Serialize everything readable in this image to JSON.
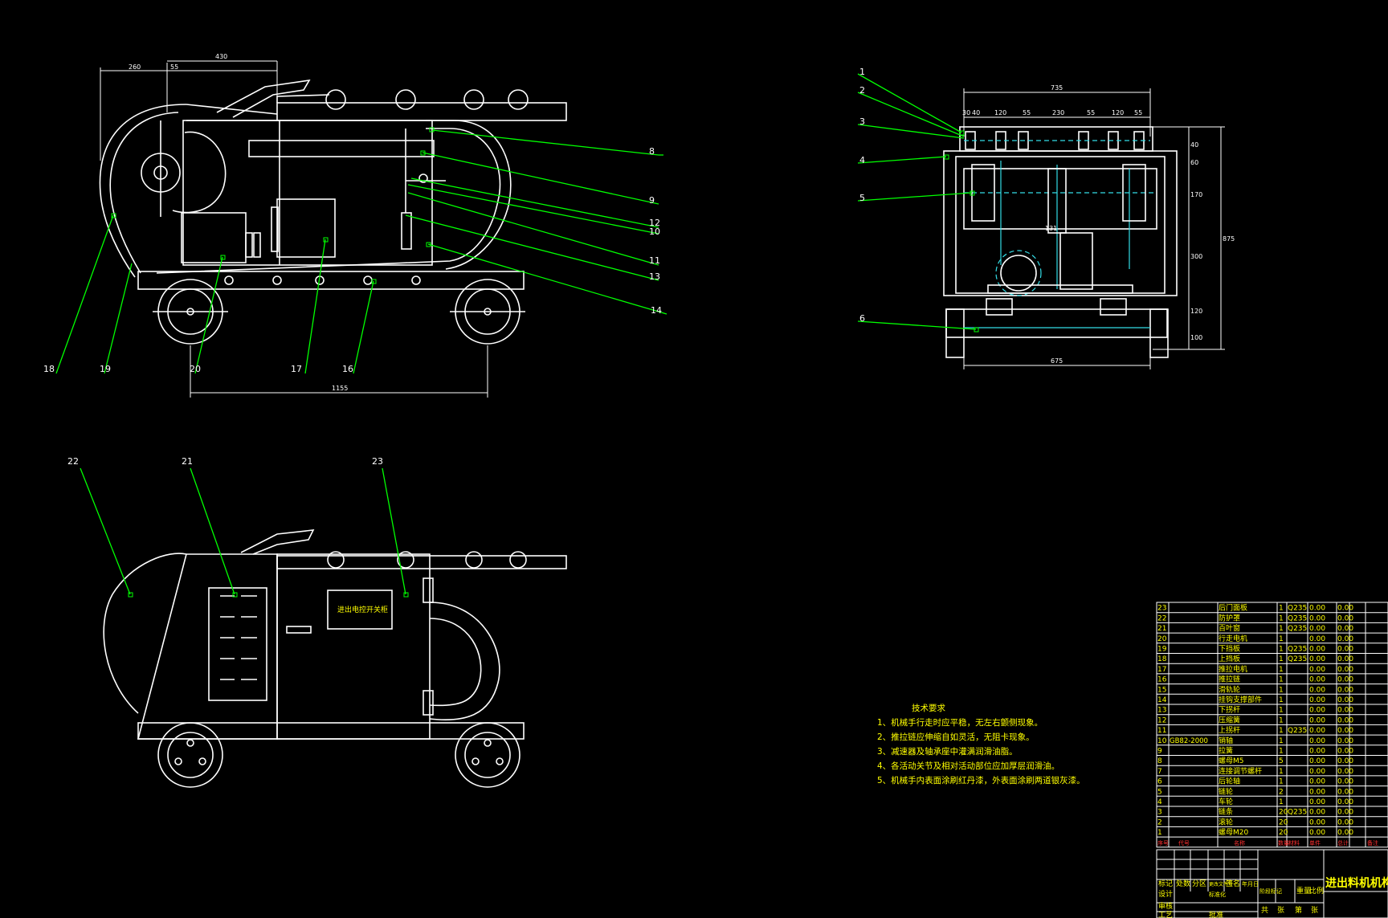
{
  "drawing": {
    "title": "进出料机机构图",
    "colors": {
      "background": "#000000",
      "line": "#ffffff",
      "leader": "#00ff00",
      "centerline": "#33dde6",
      "text": "#ffff00",
      "header": "#ff3030"
    }
  },
  "front_view": {
    "dims": {
      "d260": "260",
      "d55": "55",
      "d430": "430",
      "d1155": "1155"
    },
    "labels": {
      "l8": "8",
      "l9": "9",
      "l12": "12",
      "l10": "10",
      "l11": "11",
      "l13": "13",
      "l14": "14",
      "l18": "18",
      "l19": "19",
      "l20": "20",
      "l17": "17",
      "l16": "16"
    }
  },
  "side_view": {
    "dims": {
      "d735": "735",
      "d30": "30",
      "d40": "40",
      "d120a": "120",
      "d55a": "55",
      "d230": "230",
      "d55b": "55",
      "d120b": "120",
      "d55c": "55",
      "d875": "875",
      "d675": "675",
      "v40": "40",
      "v60": "60",
      "v170": "170",
      "v300": "300",
      "v120": "120",
      "v100": "100",
      "c131": "131"
    },
    "labels": {
      "l1": "1",
      "l2": "2",
      "l3": "3",
      "l4": "4",
      "l5": "5",
      "l6": "6"
    }
  },
  "bottom_view": {
    "labels": {
      "l22": "22",
      "l21": "21",
      "l23": "23"
    },
    "plate_text": "进出电控开关柜"
  },
  "tech_requirements": {
    "title": "技术要求",
    "items": [
      "1、机械手行走时应平稳，无左右颤侧现象。",
      "2、推拉链应伸缩自如灵活，无阻卡现象。",
      "3、减速器及轴承座中灌满润滑油脂。",
      "4、各活动关节及相对活动部位应加厚层润滑油。",
      "5、机械手内表面涂刷红丹漆，外表面涂刷两道银灰漆。"
    ]
  },
  "bom": {
    "header": {
      "no": "序号",
      "code": "代号",
      "name": "名称",
      "qty": "数量",
      "material": "材料",
      "unit_w": "单件",
      "total_w": "总计",
      "remark": "备注"
    },
    "rows": [
      {
        "no": "23",
        "code": "",
        "name": "后门面板",
        "qty": "1",
        "material": "Q235",
        "w": "0.00",
        "t": "0.00"
      },
      {
        "no": "22",
        "code": "",
        "name": "防护罩",
        "qty": "1",
        "material": "Q235",
        "w": "0.00",
        "t": "0.00"
      },
      {
        "no": "21",
        "code": "",
        "name": "百叶窗",
        "qty": "1",
        "material": "Q235",
        "w": "0.00",
        "t": "0.00"
      },
      {
        "no": "20",
        "code": "",
        "name": "行走电机",
        "qty": "1",
        "material": "",
        "w": "0.00",
        "t": "0.00"
      },
      {
        "no": "19",
        "code": "",
        "name": "下挡板",
        "qty": "1",
        "material": "Q235",
        "w": "0.00",
        "t": "0.00"
      },
      {
        "no": "18",
        "code": "",
        "name": "上挡板",
        "qty": "1",
        "material": "Q235",
        "w": "0.00",
        "t": "0.00"
      },
      {
        "no": "17",
        "code": "",
        "name": "推拉电机",
        "qty": "1",
        "material": "",
        "w": "0.00",
        "t": "0.00"
      },
      {
        "no": "16",
        "code": "",
        "name": "推拉链",
        "qty": "1",
        "material": "",
        "w": "0.00",
        "t": "0.00"
      },
      {
        "no": "15",
        "code": "",
        "name": "滑轨轮",
        "qty": "1",
        "material": "",
        "w": "0.00",
        "t": "0.00"
      },
      {
        "no": "14",
        "code": "",
        "name": "挂钩支撑部件",
        "qty": "1",
        "material": "",
        "w": "0.00",
        "t": "0.00"
      },
      {
        "no": "13",
        "code": "",
        "name": "下拐杆",
        "qty": "1",
        "material": "",
        "w": "0.00",
        "t": "0.00"
      },
      {
        "no": "12",
        "code": "",
        "name": "压缩簧",
        "qty": "1",
        "material": "",
        "w": "0.00",
        "t": "0.00"
      },
      {
        "no": "11",
        "code": "",
        "name": "上拐杆",
        "qty": "1",
        "material": "Q235",
        "w": "0.00",
        "t": "0.00"
      },
      {
        "no": "10",
        "code": "GB82-2000",
        "name": "销轴",
        "qty": "1",
        "material": "",
        "w": "0.00",
        "t": "0.00"
      },
      {
        "no": "9",
        "code": "",
        "name": "拉簧",
        "qty": "1",
        "material": "",
        "w": "0.00",
        "t": "0.00"
      },
      {
        "no": "8",
        "code": "",
        "name": "螺母M5",
        "qty": "5",
        "material": "",
        "w": "0.00",
        "t": "0.00"
      },
      {
        "no": "7",
        "code": "",
        "name": "连接调节螺杆",
        "qty": "1",
        "material": "",
        "w": "0.00",
        "t": "0.00"
      },
      {
        "no": "6",
        "code": "",
        "name": "后轮轴",
        "qty": "1",
        "material": "",
        "w": "0.00",
        "t": "0.00"
      },
      {
        "no": "5",
        "code": "",
        "name": "链轮",
        "qty": "2",
        "material": "",
        "w": "0.00",
        "t": "0.00"
      },
      {
        "no": "4",
        "code": "",
        "name": "车轮",
        "qty": "1",
        "material": "",
        "w": "0.00",
        "t": "0.00"
      },
      {
        "no": "3",
        "code": "",
        "name": "链条",
        "qty": "20",
        "material": "Q235",
        "w": "0.00",
        "t": "0.00"
      },
      {
        "no": "2",
        "code": "",
        "name": "滚轮",
        "qty": "20",
        "material": "",
        "w": "0.00",
        "t": "0.00"
      },
      {
        "no": "1",
        "code": "",
        "name": "螺母M20",
        "qty": "20",
        "material": "",
        "w": "0.00",
        "t": "0.00"
      }
    ]
  },
  "title_block": {
    "r1": [
      "标记",
      "处数",
      "分区",
      "更改文件号",
      "签名",
      "年月日"
    ],
    "design": "设计",
    "standard": "标准化",
    "stage": [
      "阶段标记",
      "重量",
      "比例"
    ],
    "review": "审核",
    "craft": "工艺",
    "approve": "批准",
    "sheet": [
      "共",
      "张",
      "第",
      "张"
    ]
  }
}
